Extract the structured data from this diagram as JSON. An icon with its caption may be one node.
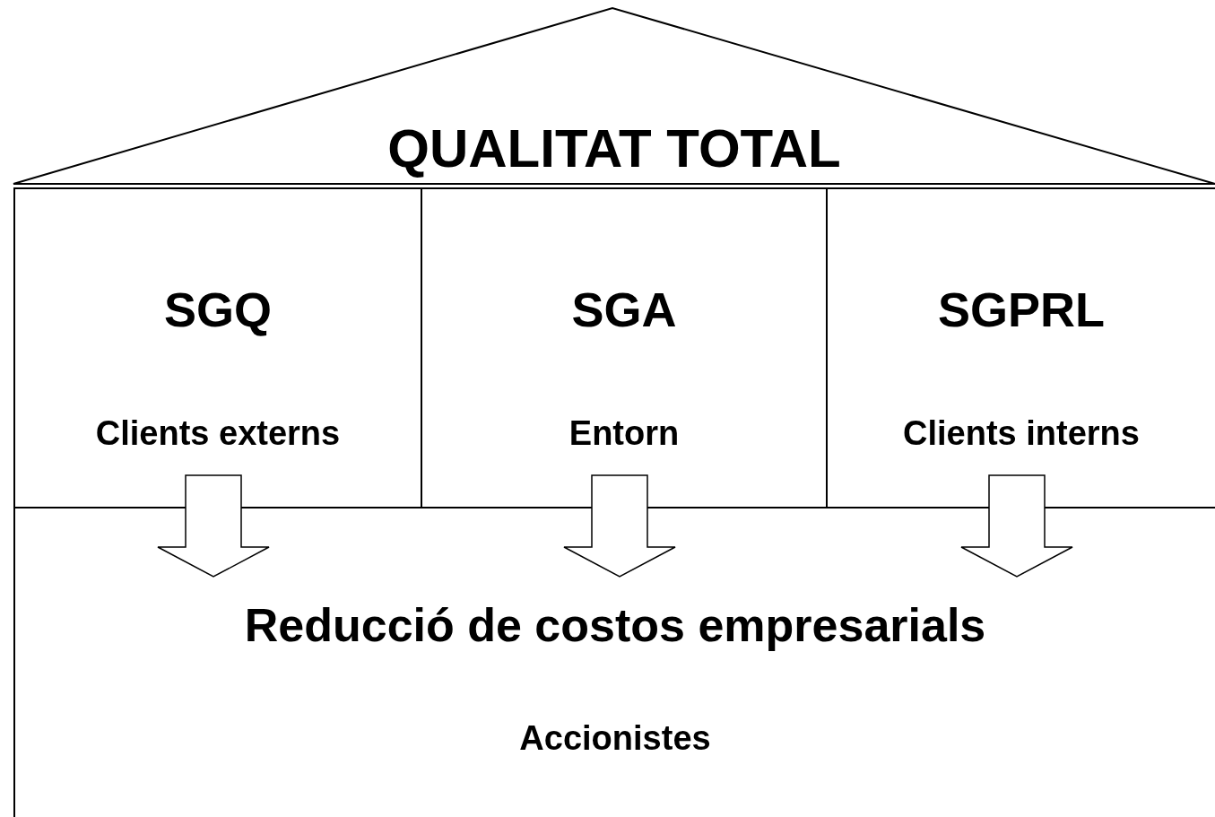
{
  "diagram": {
    "nodes": [
      {
        "text": [
          "QUALITAT TOTAL"
        ]
      },
      {
        "text": [
          "SGQ",
          "Clients externs"
        ]
      },
      {
        "text": [
          "SGA",
          "Entorn"
        ]
      },
      {
        "text": [
          "SGPRL",
          "Clients interns"
        ]
      },
      {
        "text": [
          "Reducció de costos empresarials",
          "Accionistes"
        ]
      }
    ],
    "edges": [
      {
        "from": 1,
        "to": 4,
        "arrow": "to"
      },
      {
        "from": 2,
        "to": 4,
        "arrow": "to"
      },
      {
        "from": 3,
        "to": 4,
        "arrow": "to"
      }
    ]
  }
}
